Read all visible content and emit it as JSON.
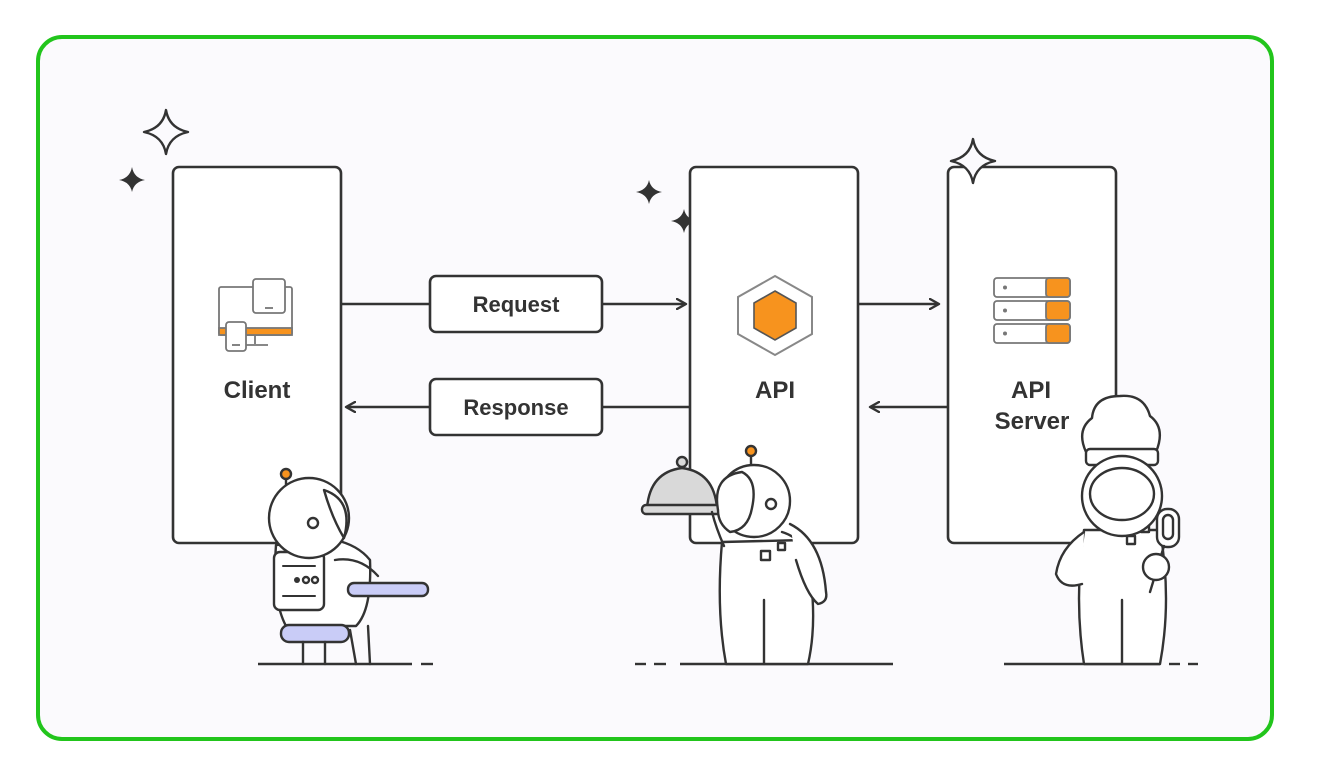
{
  "diagram": {
    "client_label": "Client",
    "api_label": "API",
    "api_server_label_line1": "API",
    "api_server_label_line2": "Server",
    "request_label": "Request",
    "response_label": "Response"
  },
  "colors": {
    "frame_border": "#22c51c",
    "background": "#fbfafd",
    "accent_orange": "#f7931e",
    "accent_lavender": "#c9ccf7",
    "stroke": "#333333"
  }
}
